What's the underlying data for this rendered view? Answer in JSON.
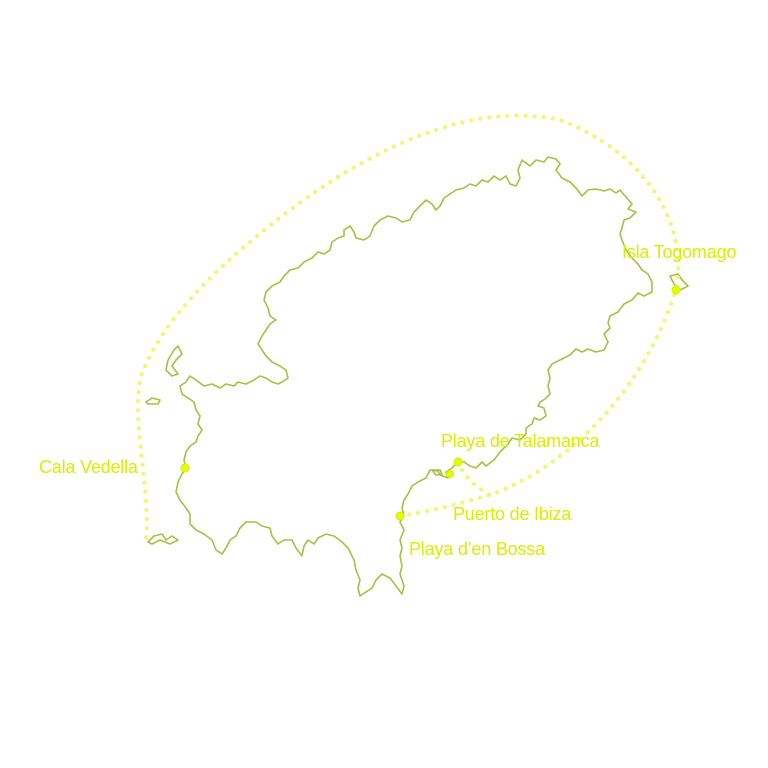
{
  "map": {
    "colors": {
      "coastline": "#a9bf45",
      "route": "#eef870",
      "marker": "#e6ff00",
      "label": "#d6f000"
    },
    "places": [
      {
        "id": "isla-togomago",
        "name": "Isla Togomago"
      },
      {
        "id": "playa-de-talamanca",
        "name": "Playa de Talamanca"
      },
      {
        "id": "puerto-de-ibiza",
        "name": "Puerto de Ibiza"
      },
      {
        "id": "playa-den-bossa",
        "name": "Playa d’en Bossa"
      },
      {
        "id": "cala-vedella",
        "name": "Cala Vedella"
      }
    ]
  }
}
